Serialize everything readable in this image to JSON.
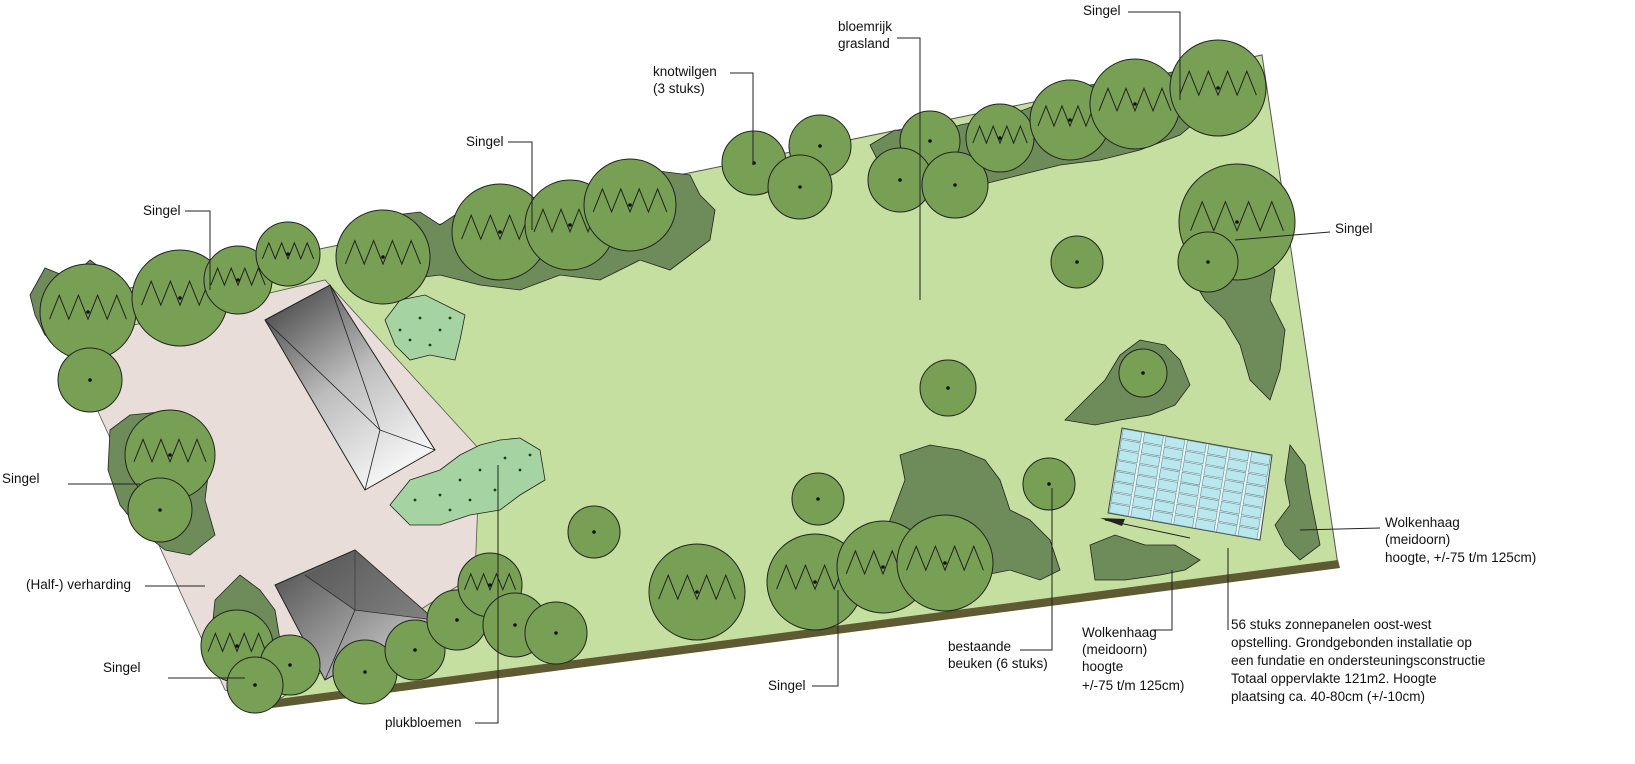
{
  "labels": {
    "singel_top_right": "Singel",
    "bloemrijk_line1": "bloemrijk",
    "bloemrijk_line2": "grasland",
    "knotwilgen_line1": "knotwilgen",
    "knotwilgen_line2": "(3 stuks)",
    "singel_top_mid": "Singel",
    "singel_top_left": "Singel",
    "singel_right": "Singel",
    "singel_left": "Singel",
    "halfverharding": "(Half-) verharding",
    "singel_bottom_left": "Singel",
    "plukbloemen": "plukbloemen",
    "singel_bottom": "Singel",
    "beuken_line1": "bestaande",
    "beuken_line2": "beuken (6 stuks)",
    "wolkenhaag_mid_line1": "Wolkenhaag",
    "wolkenhaag_mid_line2": "(meidoorn)",
    "wolkenhaag_mid_line3": "hoogte",
    "wolkenhaag_mid_line4": "+/-75 t/m 125cm)",
    "wolkenhaag_right_line1": "Wolkenhaag",
    "wolkenhaag_right_line2": "(meidoorn)",
    "wolkenhaag_right_line3": "hoogte, +/-75 t/m 125cm)",
    "zonnepanelen_line1": "56 stuks zonnepanelen oost-west",
    "zonnepanelen_line2": "opstelling. Grondgebonden installatie op",
    "zonnepanelen_line3": "een fundatie en ondersteuningsconstructie",
    "zonnepanelen_line4": "Totaal oppervlakte 121m2. Hoogte",
    "zonnepanelen_line5": "plaatsing ca. 40-80cm (+/-10cm)"
  },
  "colors": {
    "grassland": "#c4df9f",
    "paving": "#e8ddd8",
    "tree_canopy": "#78a055",
    "shrub": "#6e8c5a",
    "flowers": "#a6d3a2",
    "solar_panel": "#b9e7ee",
    "boundary": "#5e5a32"
  },
  "solar_panels": {
    "count": 56
  }
}
